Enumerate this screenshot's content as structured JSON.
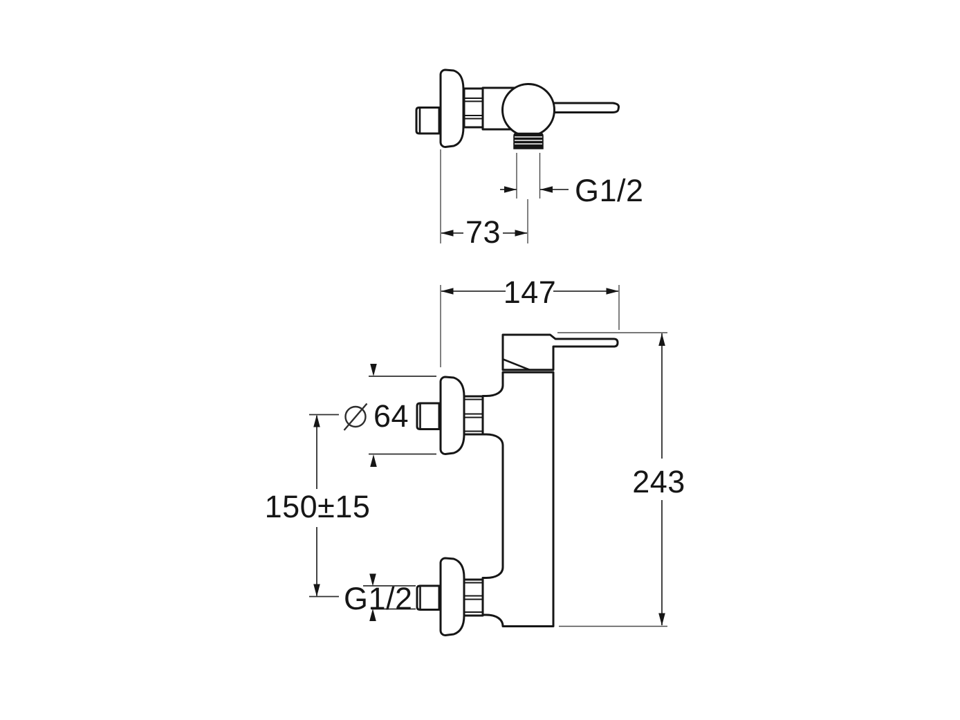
{
  "page": {
    "background": "#ffffff",
    "description": "Technical dimension drawing of a wall-mounted single-lever shower mixer, top view and front view"
  },
  "colors": {
    "background": "#ffffff",
    "outline": "#161616",
    "dimension_line": "#2e2e2e",
    "extension_line": "#4a4a4a",
    "text": "#161616"
  },
  "symbols": {
    "diameter": "∅"
  },
  "drawing": {
    "kind": "technical-dimension-drawing",
    "subject": "wall-mounted single-lever shower mixer",
    "views": {
      "top": {
        "name": "top view",
        "dimensions": {
          "outlet_thread": "G1/2",
          "wall_to_outlet": "73"
        }
      },
      "front": {
        "name": "front view",
        "dimensions": {
          "overall_depth": "147",
          "escutcheon_diameter": "64",
          "connection_spacing": "150±15",
          "overall_height": "243",
          "inlet_thread": "G1/2"
        }
      }
    }
  }
}
